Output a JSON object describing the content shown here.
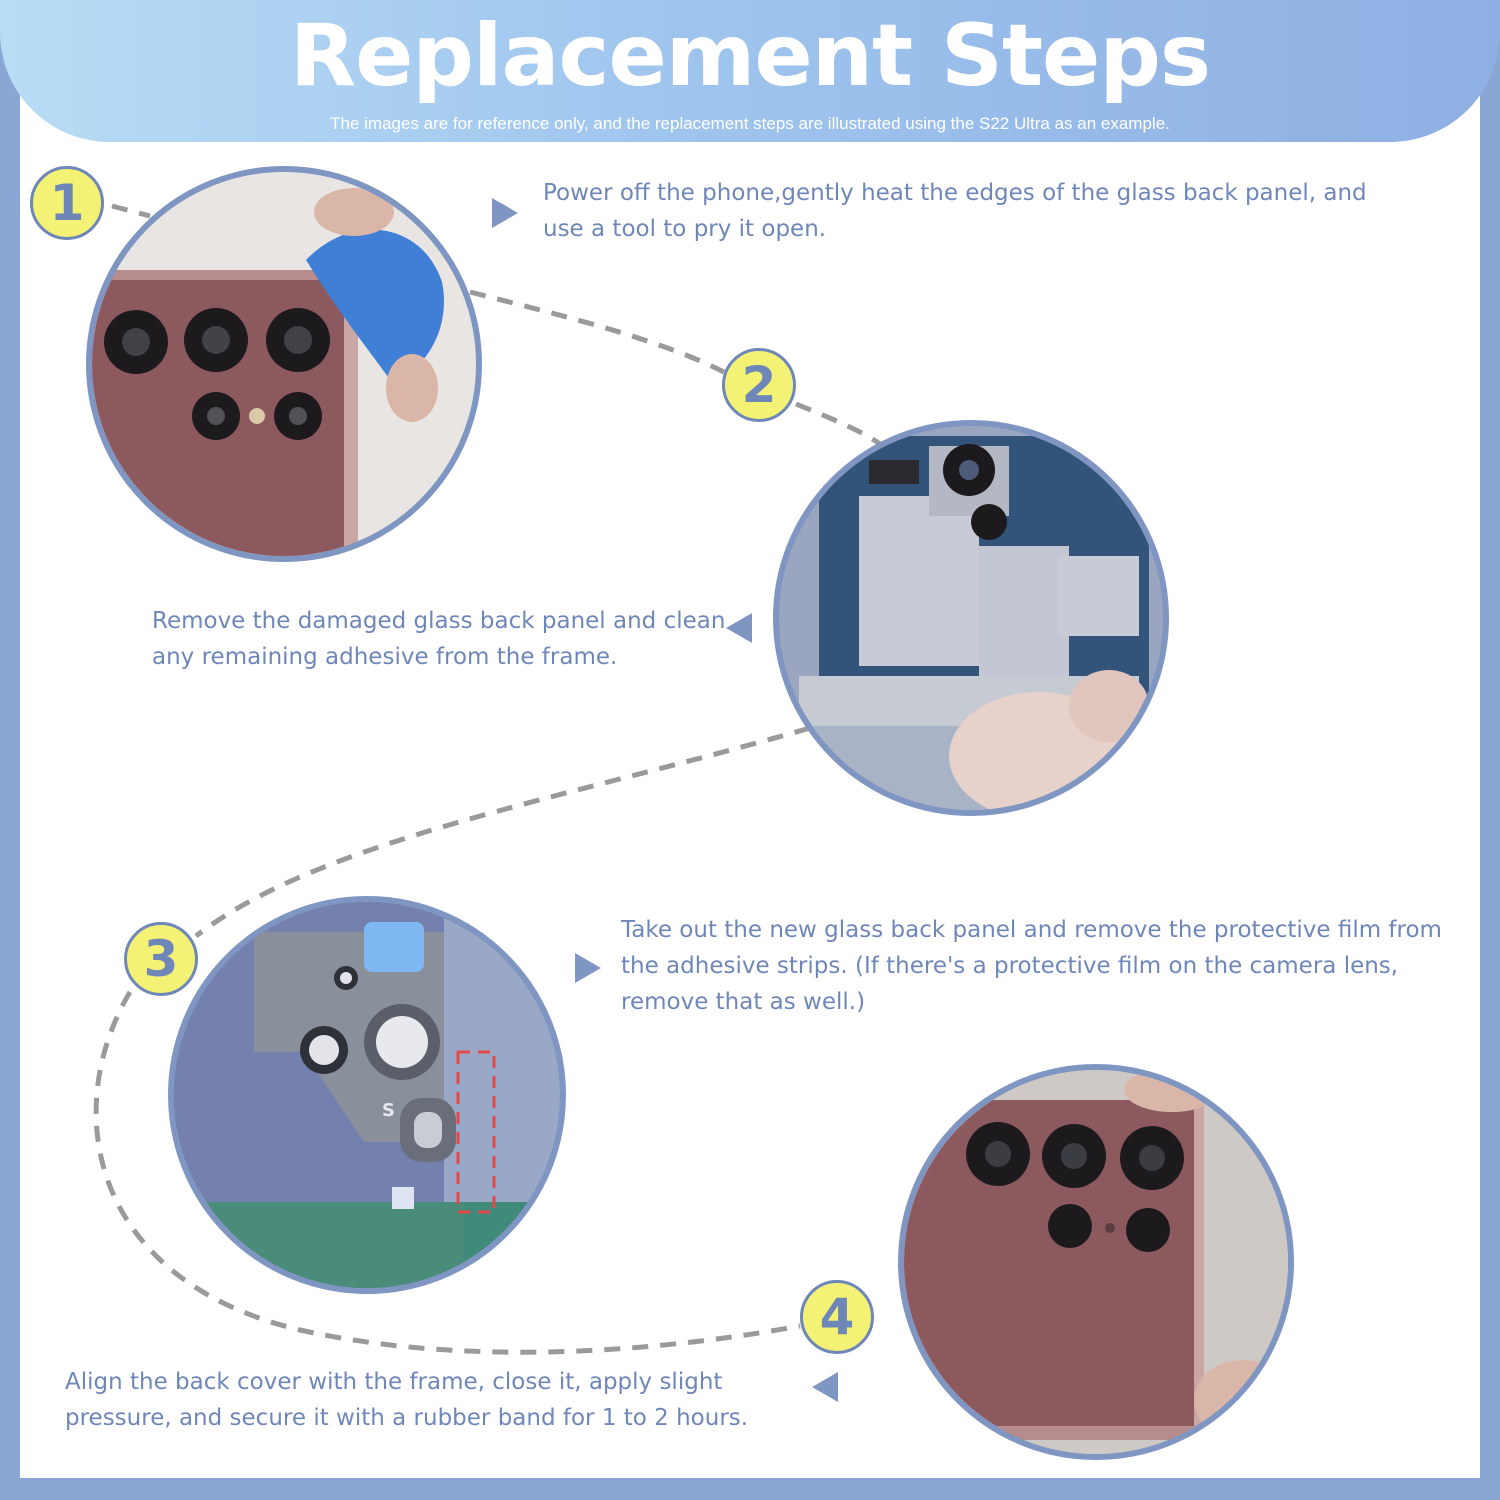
{
  "header": {
    "title": "Replacement Steps",
    "subtitle": "The images are for reference only, and the replacement steps are illustrated using the S22 Ultra as an example."
  },
  "steps": [
    {
      "number": "1",
      "text": "Power off the phone,gently heat the edges of the glass back panel, and use a tool to pry it open."
    },
    {
      "number": "2",
      "text": "Remove the damaged glass back panel and clean any remaining adhesive from the frame."
    },
    {
      "number": "3",
      "text": "Take out the new glass back panel and remove the protective film from the adhesive strips. (If there's a protective film on the camera lens, remove that as well.)"
    },
    {
      "number": "4",
      "text": "Align the back cover with the frame, close it, apply slight pressure, and secure it with a rubber band for 1 to 2 hours."
    }
  ],
  "photo_labels": {
    "lens_marker": "S"
  },
  "colors": {
    "border": "#8aa6d4",
    "accent_text": "#6f87b8",
    "badge_fill": "#f3f275",
    "dashed_path": "#9a9a9a",
    "phone_body": "#8c5a5e"
  }
}
